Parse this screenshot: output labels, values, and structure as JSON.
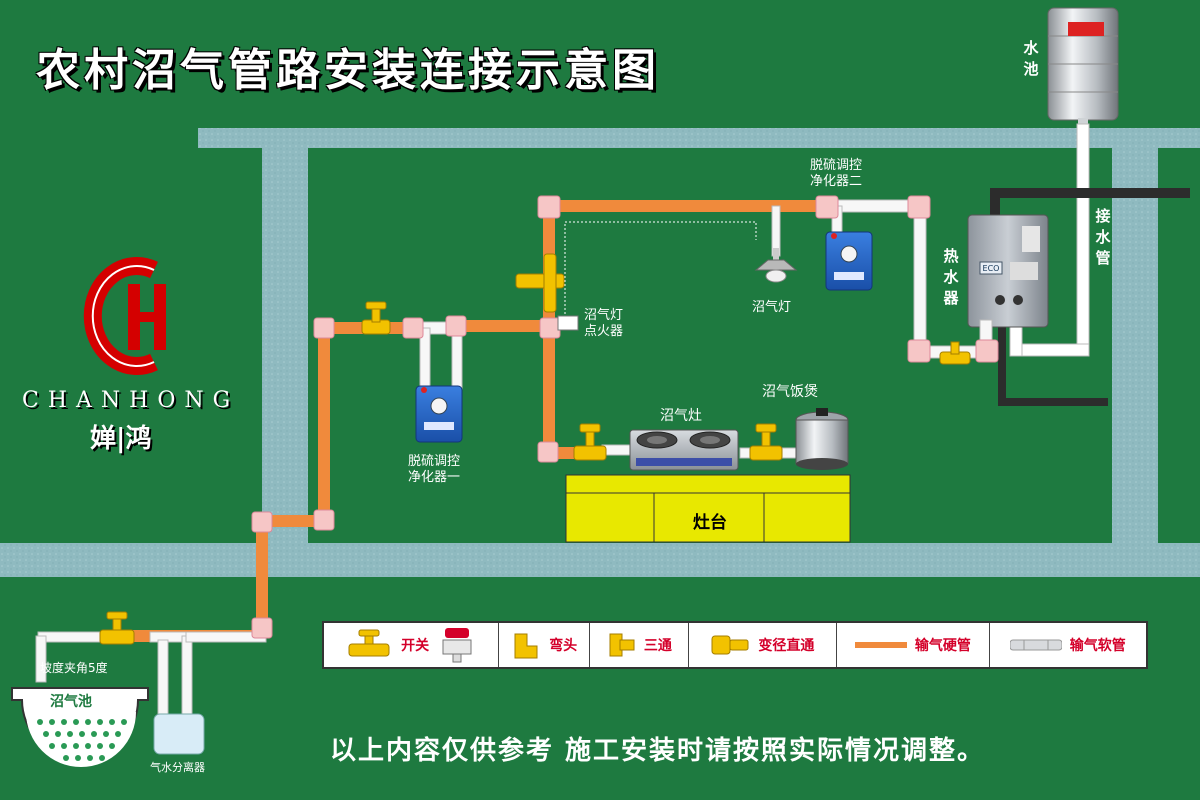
{
  "title": "农村沼气管路安装连接示意图",
  "footer": "以上内容仅供参考 施工安装时请按照实际情况调整。",
  "brand": {
    "name_en": "CHANHONG",
    "name_cn": "婵|鸿"
  },
  "labels": {
    "water_tank": "水池",
    "water_pipe": "接水管",
    "water_heater": "热水器",
    "purifier_two": [
      "脱硫调控",
      "净化器二"
    ],
    "purifier_one": [
      "脱硫调控",
      "净化器一"
    ],
    "lamp": "沼气灯",
    "lamp_igniter": [
      "沼气灯",
      "点火器"
    ],
    "stove": "沼气灶",
    "rice_cooker": "沼气饭煲",
    "stove_counter": "灶台",
    "slope": "坡度夹角5度",
    "biogas_tank": "沼气池",
    "separator": "气水分离器"
  },
  "legend": [
    {
      "icon": "valve-switch-icon",
      "label": "开关"
    },
    {
      "icon": "elbow-icon",
      "label": "弯头"
    },
    {
      "icon": "tee-icon",
      "label": "三通"
    },
    {
      "icon": "reducer-icon",
      "label": "变径直通"
    },
    {
      "icon": "hard-pipe-icon",
      "label": "输气硬管"
    },
    {
      "icon": "soft-pipe-icon",
      "label": "输气软管"
    }
  ],
  "colors": {
    "background": "#1e7a40",
    "wall": "#8fbac0",
    "hard_pipe": "#f08a3c",
    "soft_pipe": "#f4f4f4",
    "fitting_yellow": "#f2c200",
    "counter_yellow": "#e8e800",
    "legend_text": "#d4002a",
    "logo_red": "#d40000"
  }
}
